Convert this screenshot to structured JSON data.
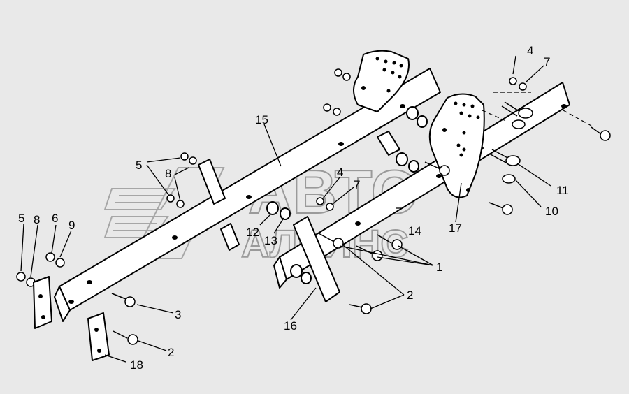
{
  "watermark": {
    "line1": "АВТО",
    "line2": "АЛЬЯНС"
  },
  "callouts": [
    {
      "id": "c4a",
      "text": "4"
    },
    {
      "id": "c7a",
      "text": "7"
    },
    {
      "id": "c15",
      "text": "15"
    },
    {
      "id": "c5a",
      "text": "5"
    },
    {
      "id": "c8a",
      "text": "8"
    },
    {
      "id": "c4b",
      "text": "4"
    },
    {
      "id": "c7b",
      "text": "7"
    },
    {
      "id": "c5b",
      "text": "5"
    },
    {
      "id": "c8b",
      "text": "8"
    },
    {
      "id": "c6",
      "text": "6"
    },
    {
      "id": "c9",
      "text": "9"
    },
    {
      "id": "c12",
      "text": "12"
    },
    {
      "id": "c13",
      "text": "13"
    },
    {
      "id": "c14",
      "text": "14"
    },
    {
      "id": "c17",
      "text": "17"
    },
    {
      "id": "c11",
      "text": "11"
    },
    {
      "id": "c10",
      "text": "10"
    },
    {
      "id": "c1",
      "text": "1"
    },
    {
      "id": "c2a",
      "text": "2"
    },
    {
      "id": "c3",
      "text": "3"
    },
    {
      "id": "c2b",
      "text": "2"
    },
    {
      "id": "c16",
      "text": "16"
    },
    {
      "id": "c18",
      "text": "18"
    }
  ]
}
